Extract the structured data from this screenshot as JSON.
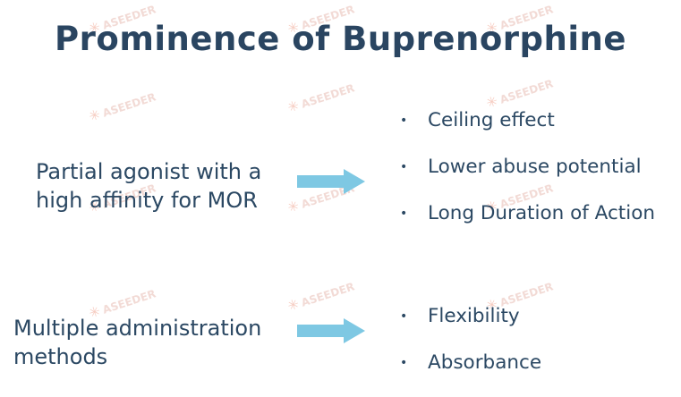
{
  "slide": {
    "title": "Prominence of Buprenorphine",
    "rows": [
      {
        "left_text": "Partial agonist with a high affinity for MOR",
        "bullets": [
          "Ceiling effect",
          "Lower abuse potential",
          "Long Duration of Action"
        ]
      },
      {
        "left_text": "Multiple administration methods",
        "bullets": [
          "Flexibility",
          "Absorbance"
        ]
      }
    ],
    "bullet_glyph": "•",
    "watermark_text": "ASEEDER",
    "colors": {
      "text": "#2b4863",
      "arrow": "#7ec8e3",
      "watermark": "#e8bdb4"
    }
  }
}
